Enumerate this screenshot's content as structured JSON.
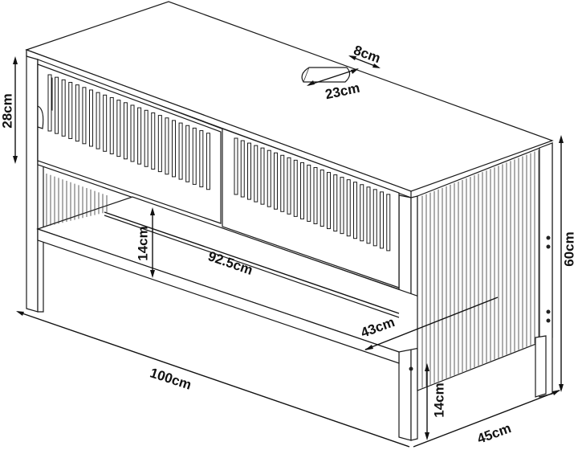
{
  "diagram": {
    "subject": "Under-sink cabinet with two slatted sliding doors, open lower shelf and slatted side panels",
    "dimensions": {
      "width_total": "100cm",
      "depth_total": "45cm",
      "height_total": "60cm",
      "door_height": "28cm",
      "shelf_clearance": "14cm",
      "leg_height": "14cm",
      "shelf_width": "92.5cm",
      "shelf_depth": "43cm",
      "cutout_depth": "8cm",
      "cutout_width": "23cm"
    },
    "colors": {
      "line": "#1a1a1a",
      "background": "#ffffff"
    }
  }
}
